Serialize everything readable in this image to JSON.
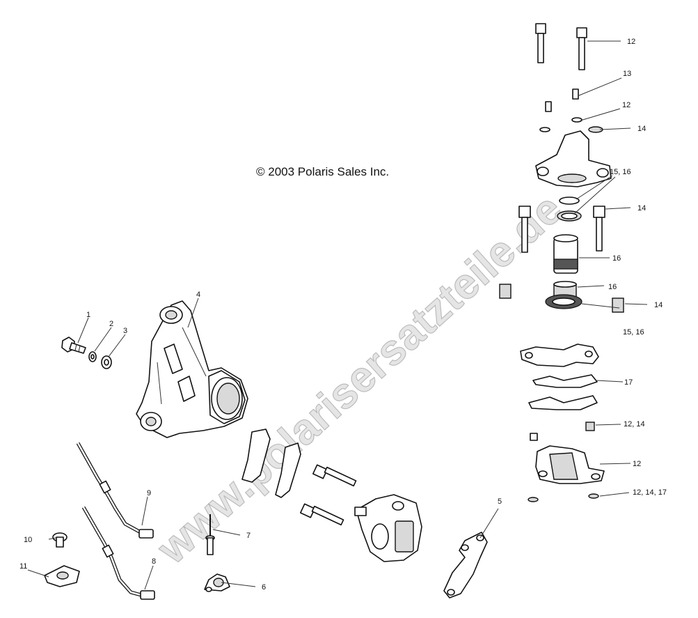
{
  "copyright": "© 2003 Polaris Sales Inc.",
  "watermark": "www.polarisersatzteile.de",
  "callouts": {
    "c1": "1",
    "c2": "2",
    "c3": "3",
    "c4": "4",
    "c5": "5",
    "c6": "6",
    "c7": "7",
    "c8": "8",
    "c9": "9",
    "c10": "10",
    "c11": "11",
    "c12a": "12",
    "c13": "13",
    "c12b": "12",
    "c14a": "14",
    "c15_16a": "15,  16",
    "c14b": "14",
    "c16a": "16",
    "c16b": "16",
    "c14c": "14",
    "c15_16b": "15,   16",
    "c17": "17",
    "c12_14": "12,   14",
    "c12c": "12",
    "c12_14_17": "12,    14,  17"
  }
}
